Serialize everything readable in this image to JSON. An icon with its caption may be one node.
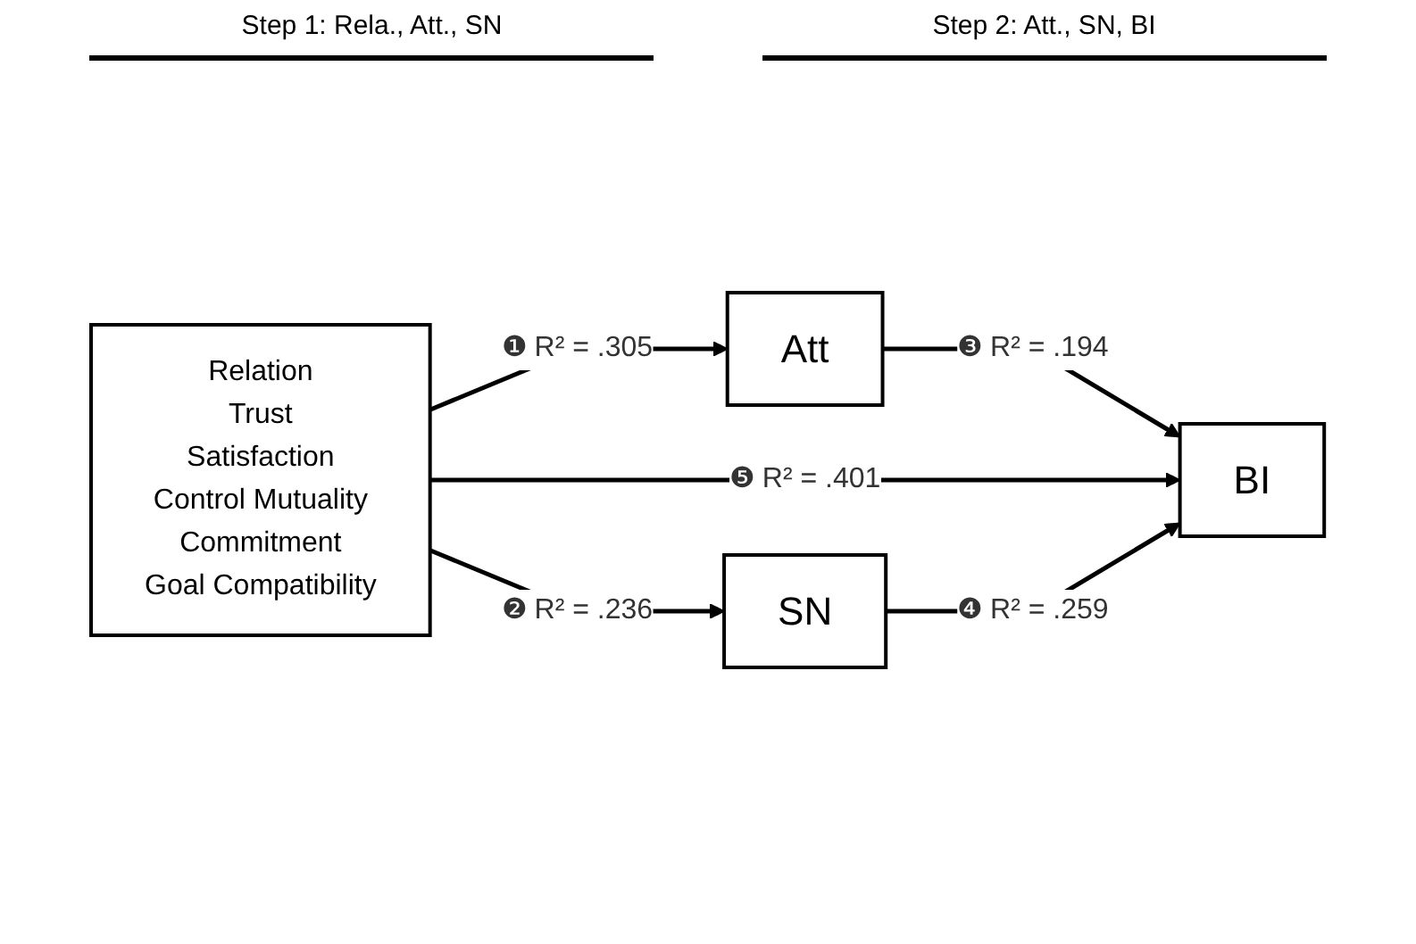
{
  "diagram": {
    "nodes": [
      {
        "text": [
          "Relation",
          "Trust",
          "Satisfaction",
          "Control Mutuality",
          "Commitment",
          "Goal Compatibility"
        ]
      },
      {
        "text": [
          "Att"
        ]
      },
      {
        "text": [
          "SN"
        ]
      },
      {
        "text": [
          "BI"
        ]
      }
    ],
    "edges": [
      {
        "from": 0,
        "to": 1,
        "arrow": "to",
        "label": "❶ R² = .305"
      },
      {
        "from": 1,
        "to": 3,
        "arrow": "to",
        "label": "❸ R² = .194"
      },
      {
        "from": 0,
        "to": 3,
        "arrow": "to",
        "label": "❺ R² = .401"
      },
      {
        "from": 0,
        "to": 2,
        "arrow": "to",
        "label": "❷ R² = .236"
      },
      {
        "from": 2,
        "to": 3,
        "arrow": "to",
        "label": "❹ R² = .259"
      }
    ],
    "labels": [
      "Step 1: Rela., Att., SN",
      "Step 2: Att., SN, BI"
    ]
  }
}
